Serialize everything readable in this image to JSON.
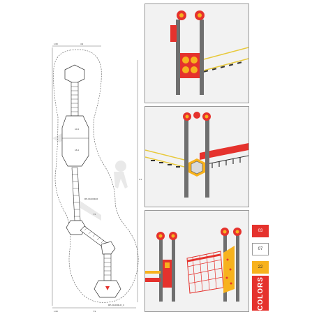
{
  "plan": {
    "dim_top_left": "1:60",
    "dim_top": "4.9",
    "dim_right": "3.1",
    "dim_bottom_left": "1:60",
    "dim_bottom": "7.9",
    "area_a": "10.4",
    "area_b": "16.4",
    "area_c": "7.5",
    "code_mid": "RP-00-0000-R",
    "code_bottom": "RP-00-0000-R_3"
  },
  "swatches": [
    {
      "code": "03",
      "color": "#e5322d",
      "text_color": "#ffffff"
    },
    {
      "code": "07",
      "color": "#ffffff",
      "text_color": "#333333"
    },
    {
      "code": "22",
      "color": "#f7b21e",
      "text_color": "#333333"
    }
  ],
  "colors_label": "COLORS",
  "accent": "#e5322d"
}
